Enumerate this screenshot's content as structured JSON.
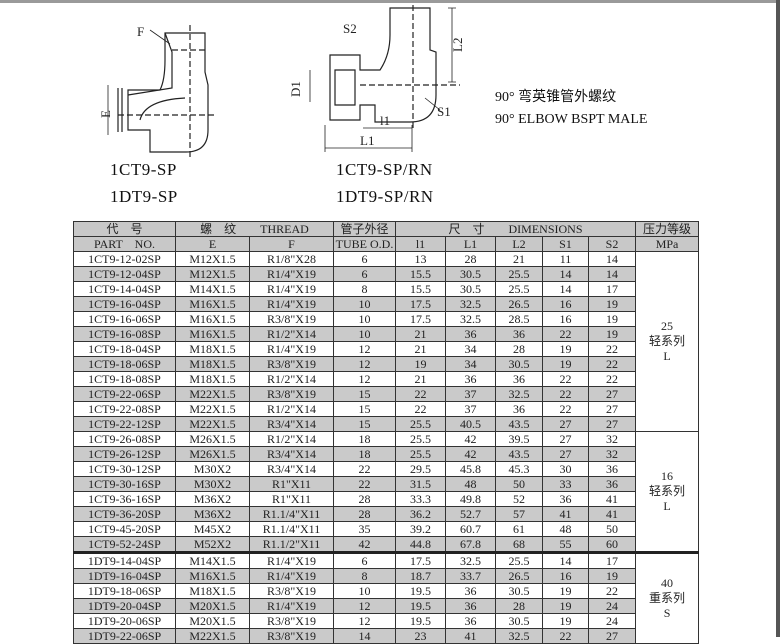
{
  "labels": {
    "left_top": "1CT9-SP",
    "left_bottom": "1DT9-SP",
    "right_top": "1CT9-SP/RN",
    "right_bottom": "1DT9-SP/RN",
    "caption_cn": "90° 弯英锥管外螺纹",
    "caption_en": "90° ELBOW BSPT MALE"
  },
  "drawing_labels": {
    "F": "F",
    "E": "E",
    "S2": "S2",
    "D1": "D1",
    "L2": "L2",
    "S1": "S1",
    "l1": "l1",
    "L1": "L1"
  },
  "table": {
    "header1": {
      "part": "代　号",
      "thread": "螺　纹　　THREAD",
      "tube": "管子外径",
      "dims": "尺　寸　　DIMENSIONS",
      "pressure": "压力等级"
    },
    "header2": {
      "part": "PART　NO.",
      "E": "E",
      "F": "F",
      "tube": "TUBE O.D.",
      "l1": "l1",
      "L1": "L1",
      "L2": "L2",
      "S1": "S1",
      "S2": "S2",
      "pressure": "MPa"
    },
    "rows": [
      [
        "1CT9-12-02SP",
        "M12X1.5",
        "R1/8\"X28",
        "6",
        "13",
        "28",
        "21",
        "11",
        "14"
      ],
      [
        "1CT9-12-04SP",
        "M12X1.5",
        "R1/4\"X19",
        "6",
        "15.5",
        "30.5",
        "25.5",
        "14",
        "14"
      ],
      [
        "1CT9-14-04SP",
        "M14X1.5",
        "R1/4\"X19",
        "8",
        "15.5",
        "30.5",
        "25.5",
        "14",
        "17"
      ],
      [
        "1CT9-16-04SP",
        "M16X1.5",
        "R1/4\"X19",
        "10",
        "17.5",
        "32.5",
        "26.5",
        "16",
        "19"
      ],
      [
        "1CT9-16-06SP",
        "M16X1.5",
        "R3/8\"X19",
        "10",
        "17.5",
        "32.5",
        "28.5",
        "16",
        "19"
      ],
      [
        "1CT9-16-08SP",
        "M16X1.5",
        "R1/2\"X14",
        "10",
        "21",
        "36",
        "36",
        "22",
        "19"
      ],
      [
        "1CT9-18-04SP",
        "M18X1.5",
        "R1/4\"X19",
        "12",
        "21",
        "34",
        "28",
        "19",
        "22"
      ],
      [
        "1CT9-18-06SP",
        "M18X1.5",
        "R3/8\"X19",
        "12",
        "19",
        "34",
        "30.5",
        "19",
        "22"
      ],
      [
        "1CT9-18-08SP",
        "M18X1.5",
        "R1/2\"X14",
        "12",
        "21",
        "36",
        "36",
        "22",
        "22"
      ],
      [
        "1CT9-22-06SP",
        "M22X1.5",
        "R3/8\"X19",
        "15",
        "22",
        "37",
        "32.5",
        "22",
        "27"
      ],
      [
        "1CT9-22-08SP",
        "M22X1.5",
        "R1/2\"X14",
        "15",
        "22",
        "37",
        "36",
        "22",
        "27"
      ],
      [
        "1CT9-22-12SP",
        "M22X1.5",
        "R3/4\"X14",
        "15",
        "25.5",
        "40.5",
        "43.5",
        "27",
        "27"
      ],
      [
        "1CT9-26-08SP",
        "M26X1.5",
        "R1/2\"X14",
        "18",
        "25.5",
        "42",
        "39.5",
        "27",
        "32"
      ],
      [
        "1CT9-26-12SP",
        "M26X1.5",
        "R3/4\"X14",
        "18",
        "25.5",
        "42",
        "43.5",
        "27",
        "32"
      ],
      [
        "1CT9-30-12SP",
        "M30X2",
        "R3/4\"X14",
        "22",
        "29.5",
        "45.8",
        "45.3",
        "30",
        "36"
      ],
      [
        "1CT9-30-16SP",
        "M30X2",
        "R1\"X11",
        "22",
        "31.5",
        "48",
        "50",
        "33",
        "36"
      ],
      [
        "1CT9-36-16SP",
        "M36X2",
        "R1\"X11",
        "28",
        "33.3",
        "49.8",
        "52",
        "36",
        "41"
      ],
      [
        "1CT9-36-20SP",
        "M36X2",
        "R1.1/4\"X11",
        "28",
        "36.2",
        "52.7",
        "57",
        "41",
        "41"
      ],
      [
        "1CT9-45-20SP",
        "M45X2",
        "R1.1/4\"X11",
        "35",
        "39.2",
        "60.7",
        "61",
        "48",
        "50"
      ],
      [
        "1CT9-52-24SP",
        "M52X2",
        "R1.1/2\"X11",
        "42",
        "44.8",
        "67.8",
        "68",
        "55",
        "60"
      ],
      [
        "1DT9-14-04SP",
        "M14X1.5",
        "R1/4\"X19",
        "6",
        "17.5",
        "32.5",
        "25.5",
        "14",
        "17"
      ],
      [
        "1DT9-16-04SP",
        "M16X1.5",
        "R1/4\"X19",
        "8",
        "18.7",
        "33.7",
        "26.5",
        "16",
        "19"
      ],
      [
        "1DT9-18-06SP",
        "M18X1.5",
        "R3/8\"X19",
        "10",
        "19.5",
        "36",
        "30.5",
        "19",
        "22"
      ],
      [
        "1DT9-20-04SP",
        "M20X1.5",
        "R1/4\"X19",
        "12",
        "19.5",
        "36",
        "28",
        "19",
        "24"
      ],
      [
        "1DT9-20-06SP",
        "M20X1.5",
        "R3/8\"X19",
        "12",
        "19.5",
        "36",
        "30.5",
        "19",
        "24"
      ],
      [
        "1DT9-22-06SP",
        "M22X1.5",
        "R3/8\"X19",
        "14",
        "23",
        "41",
        "32.5",
        "22",
        "27"
      ]
    ],
    "pressure_groups": [
      {
        "rows": 12,
        "value": "25",
        "series": "轻系列",
        "code": "L"
      },
      {
        "rows": 8,
        "value": "16",
        "series": "轻系列",
        "code": "L"
      },
      {
        "rows": 6,
        "value": "40",
        "series": "重系列",
        "code": "S"
      }
    ]
  }
}
